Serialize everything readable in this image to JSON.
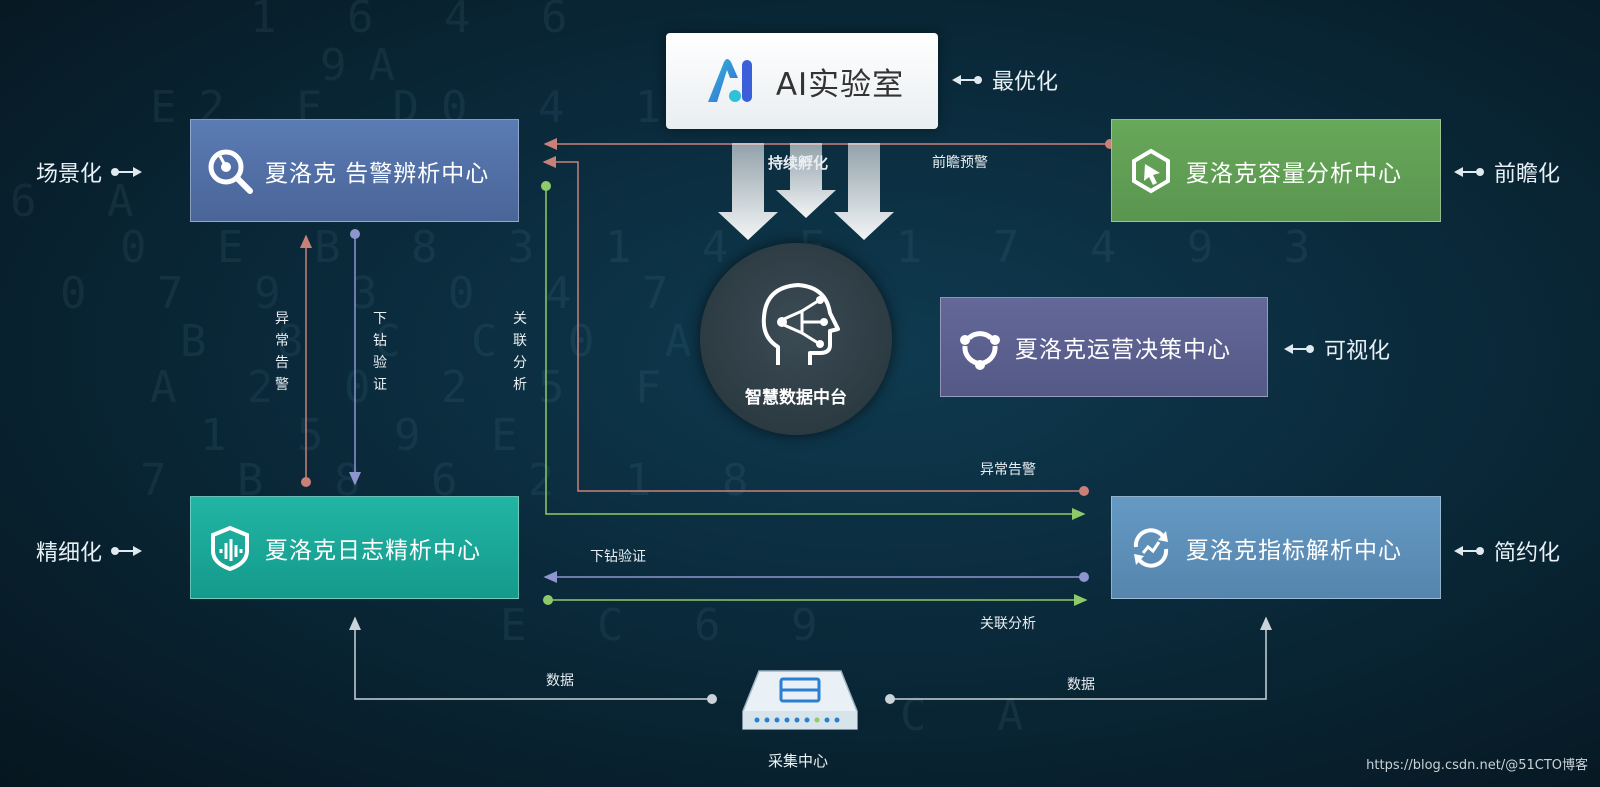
{
  "ai_lab": {
    "label": "AI实验室",
    "side_label": "最优化"
  },
  "hub": {
    "label": "智慧数据中台",
    "flow_label": "持续孵化"
  },
  "centers": {
    "alarm": {
      "label": "夏洛克 告警辨析中心",
      "side_label": "场景化",
      "color": "#4e6da3"
    },
    "capacity": {
      "label": "夏洛克容量分析中心",
      "side_label": "前瞻化",
      "color": "#5a9a4f"
    },
    "operations": {
      "label": "夏洛克运营决策中心",
      "side_label": "可视化",
      "color": "#5a5f8f"
    },
    "log": {
      "label": "夏洛克日志精析中心",
      "side_label": "精细化",
      "color": "#1aa596"
    },
    "metric": {
      "label": "夏洛克指标解析中心",
      "side_label": "简约化",
      "color": "#5a8db8"
    }
  },
  "edge_labels": {
    "forward_warning": "前瞻预警",
    "anomaly_alarm_v": "异常告警",
    "drilldown_v": "下钻验证",
    "correlation_v": "关联分析",
    "anomaly_alarm_h": "异常告警",
    "drilldown_h": "下钻验证",
    "correlation_h": "关联分析",
    "data_left": "数据",
    "data_right": "数据"
  },
  "collector": {
    "label": "采集中心"
  },
  "watermark": "https://blog.csdn.net/@51CTO博客",
  "background_digits": [
    "1 6 4 6",
    "9A",
    "E2 F D0 4 1 8",
    "6 A 7 8 4 1",
    "0 E B 8 3 1 4 E 1 7 4 9 3",
    "0 7 9 3 0 4 7 9 8",
    "B 8 C C 0 A",
    "A 2 0 2 5 F 4",
    "1 5 9 E",
    "7 B 8 6 2 1 8",
    "E C 6 9",
    "C A"
  ]
}
